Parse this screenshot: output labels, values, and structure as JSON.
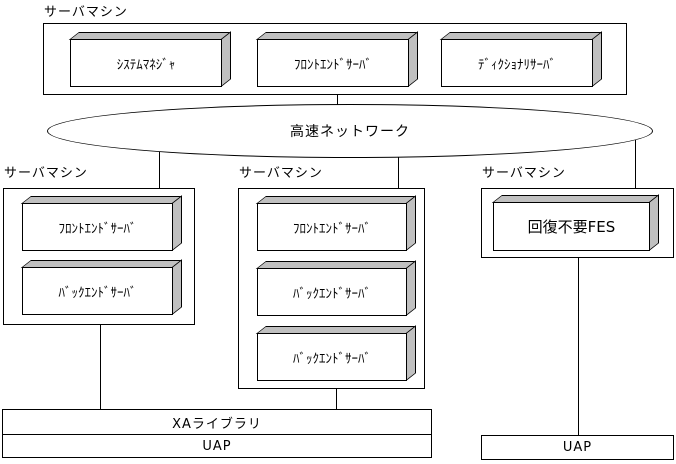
{
  "diagram": {
    "top_machine": {
      "label": "サーバマシン",
      "servers": [
        "ｼｽﾃﾑﾏﾈｼﾞｬ",
        "ﾌﾛﾝﾄｴﾝﾄﾞｻｰﾊﾞ",
        "ﾃﾞｨｸｼｮﾅﾘｻｰﾊﾞ"
      ]
    },
    "network": {
      "label": "高速ネットワーク"
    },
    "machines": [
      {
        "label": "サーバマシン",
        "servers": [
          "ﾌﾛﾝﾄｴﾝﾄﾞｻｰﾊﾞ",
          "ﾊﾞｯｸｴﾝﾄﾞｻｰﾊﾞ"
        ]
      },
      {
        "label": "サーバマシン",
        "servers": [
          "ﾌﾛﾝﾄｴﾝﾄﾞｻｰﾊﾞ",
          "ﾊﾞｯｸｴﾝﾄﾞｻｰﾊﾞ",
          "ﾊﾞｯｸｴﾝﾄﾞｻｰﾊﾞ"
        ]
      },
      {
        "label": "サーバマシン",
        "servers": [
          "回復不要FES"
        ]
      }
    ],
    "xa_library": {
      "label": "XAライブラリ"
    },
    "uap_left": {
      "label": "UAP"
    },
    "uap_right": {
      "label": "UAP"
    },
    "colors": {
      "line": "#000000",
      "box_face": "#ffffff",
      "box_shadow": "#c0c0c0",
      "background": "#ffffff"
    }
  }
}
